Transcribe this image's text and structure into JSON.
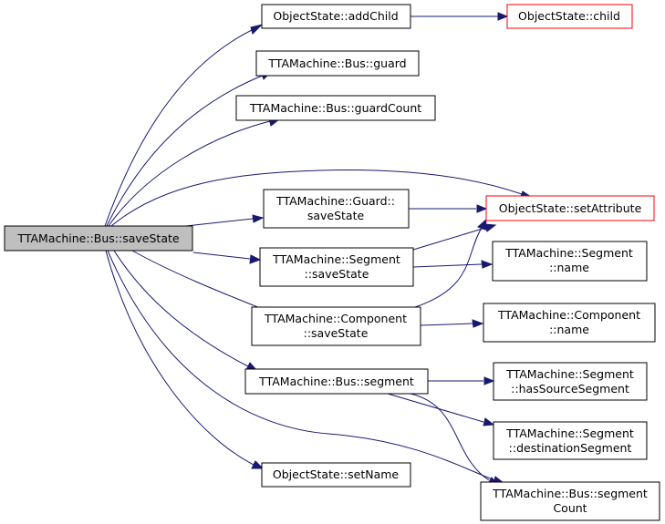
{
  "colors": {
    "edge": "#191970",
    "root_fill": "#bfbfbf",
    "missing_border": "#ff0000"
  },
  "nodes": {
    "root": {
      "lines": [
        "TTAMachine::Bus::saveState"
      ]
    },
    "addChild": {
      "lines": [
        "ObjectState::addChild"
      ]
    },
    "child": {
      "lines": [
        "ObjectState::child"
      ]
    },
    "guard": {
      "lines": [
        "TTAMachine::Bus::guard"
      ]
    },
    "guardCount": {
      "lines": [
        "TTAMachine::Bus::guardCount"
      ]
    },
    "guardSave": {
      "lines": [
        "TTAMachine::Guard::",
        "saveState"
      ]
    },
    "setAttribute": {
      "lines": [
        "ObjectState::setAttribute"
      ]
    },
    "segSave": {
      "lines": [
        "TTAMachine::Segment",
        "::saveState"
      ]
    },
    "segName": {
      "lines": [
        "TTAMachine::Segment",
        "::name"
      ]
    },
    "compSave": {
      "lines": [
        "TTAMachine::Component",
        "::saveState"
      ]
    },
    "compName": {
      "lines": [
        "TTAMachine::Component",
        "::name"
      ]
    },
    "busSegment": {
      "lines": [
        "TTAMachine::Bus::segment"
      ]
    },
    "hasSource": {
      "lines": [
        "TTAMachine::Segment",
        "::hasSourceSegment"
      ]
    },
    "destSeg": {
      "lines": [
        "TTAMachine::Segment",
        "::destinationSegment"
      ]
    },
    "setName": {
      "lines": [
        "ObjectState::setName"
      ]
    },
    "segCount": {
      "lines": [
        "TTAMachine::Bus::segment",
        "Count"
      ]
    }
  }
}
